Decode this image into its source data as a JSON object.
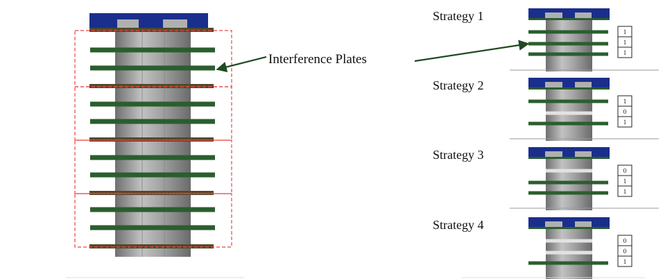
{
  "callout": {
    "label": "Interference Plates"
  },
  "colors": {
    "cap": "#1a2e8c",
    "plate": "#2a5e2e",
    "plate_edge": "#163d19",
    "pillar_light": "#b8b8b8",
    "pillar_dark": "#7a7a7a",
    "dashed_box": "#e84545",
    "arrow": "#1f4a23"
  },
  "strategies": [
    {
      "label": "Strategy 1",
      "bits": [
        "1",
        "1",
        "1"
      ]
    },
    {
      "label": "Strategy 2",
      "bits": [
        "1",
        "0",
        "1"
      ]
    },
    {
      "label": "Strategy 3",
      "bits": [
        "0",
        "1",
        "1"
      ]
    },
    {
      "label": "Strategy 4",
      "bits": [
        "0",
        "0",
        "1"
      ]
    }
  ]
}
